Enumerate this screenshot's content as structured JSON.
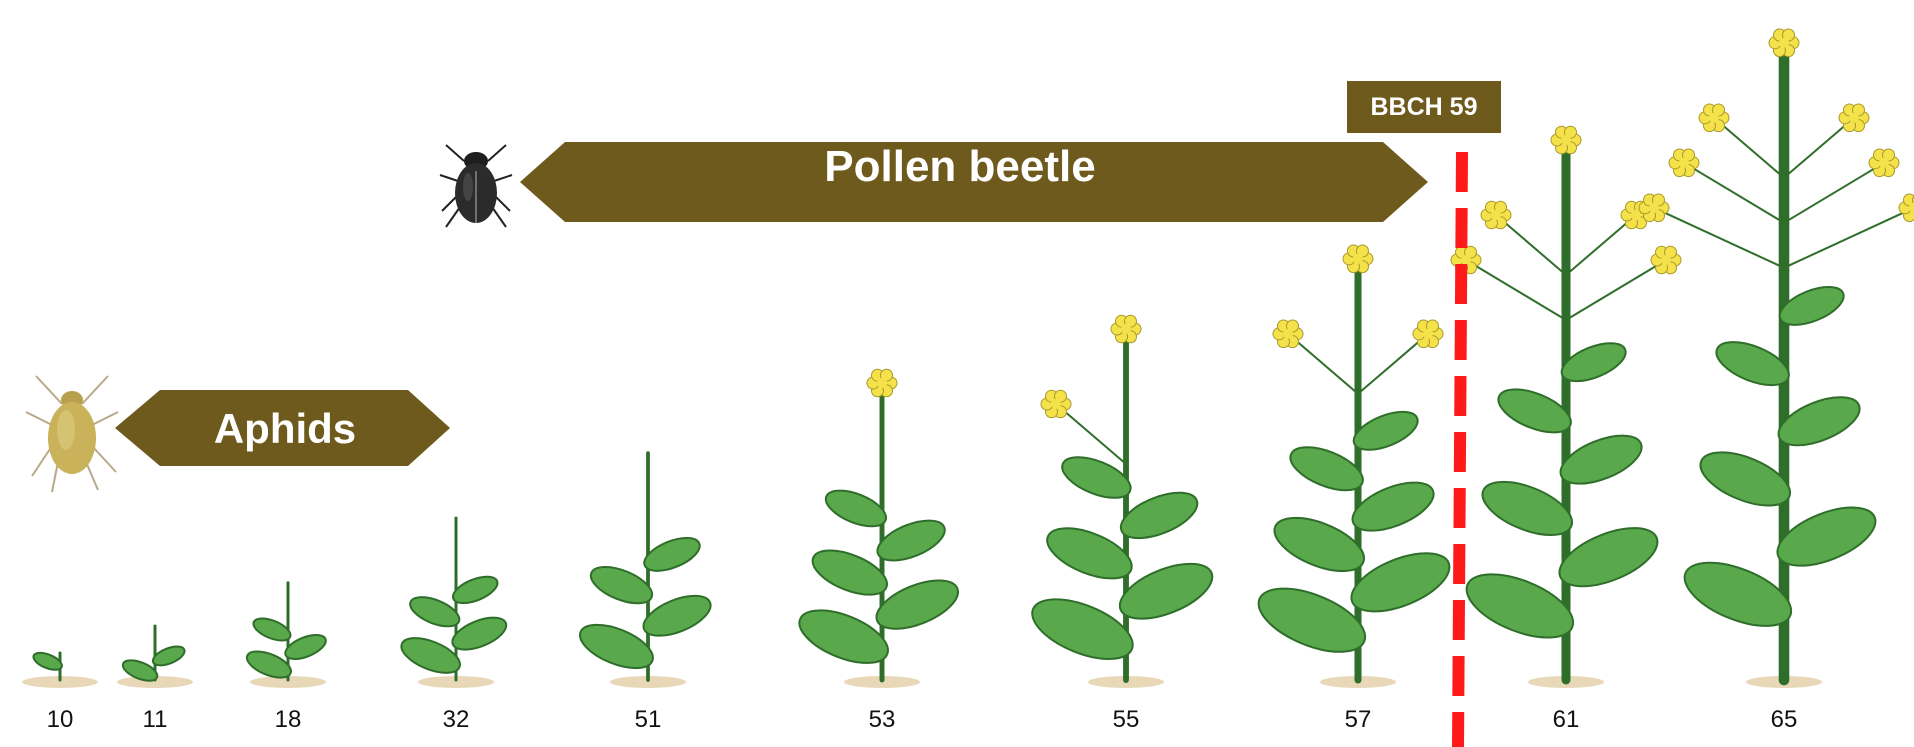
{
  "title": "",
  "colors": {
    "arrow": "#6e5a1c",
    "marker": "#ff1a1a",
    "leaf": "#59a84c",
    "leaf_dark": "#2f6e2a",
    "flower": "#f5e24a",
    "soil": "#e8d8b8"
  },
  "pests": {
    "pollen_beetle": {
      "label": "Pollen beetle",
      "icon": "beetle-icon"
    },
    "aphids": {
      "label": "Aphids",
      "icon": "aphid-icon"
    }
  },
  "marker": {
    "label": "BBCH 59"
  },
  "stages": [
    {
      "code": "10",
      "height": 0.05,
      "leaves": 1,
      "flowers": 0
    },
    {
      "code": "11",
      "height": 0.1,
      "leaves": 2,
      "flowers": 0
    },
    {
      "code": "18",
      "height": 0.18,
      "leaves": 3,
      "flowers": 0
    },
    {
      "code": "32",
      "height": 0.3,
      "leaves": 4,
      "flowers": 0
    },
    {
      "code": "51",
      "height": 0.42,
      "leaves": 4,
      "flowers": 0
    },
    {
      "code": "53",
      "height": 0.55,
      "leaves": 5,
      "flowers": 1
    },
    {
      "code": "55",
      "height": 0.65,
      "leaves": 5,
      "flowers": 2
    },
    {
      "code": "57",
      "height": 0.78,
      "leaves": 6,
      "flowers": 3
    },
    {
      "code": "61",
      "height": 1.0,
      "leaves": 6,
      "flowers": 5
    },
    {
      "code": "65",
      "height": 1.18,
      "leaves": 6,
      "flowers": 7
    }
  ]
}
